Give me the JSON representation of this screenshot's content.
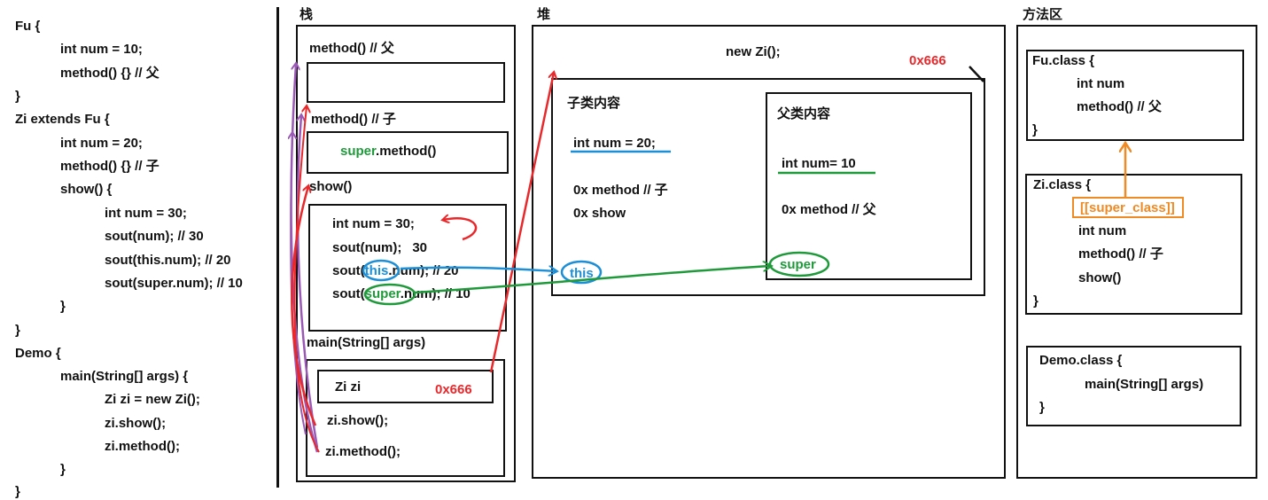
{
  "code": {
    "lines": [
      "Fu {",
      "int num = 10;",
      "method() {} // 父",
      "}",
      "Zi extends Fu {",
      "int num = 20;",
      "method() {} // 子",
      "show() {",
      "int num = 30;",
      "sout(num); // 30",
      "sout(this.num); // 20",
      "sout(super.num); // 10",
      "}",
      "}",
      "Demo {",
      "main(String[] args) {",
      "Zi zi = new Zi();",
      "zi.show();",
      "zi.method();",
      "}",
      "}"
    ]
  },
  "stack": {
    "title": "栈",
    "frame_method_fu": "method() // 父",
    "frame_method_zi": "method() // 子",
    "frame_method_zi_super": "super",
    "frame_method_zi_call": ".method()",
    "frame_show": "show()",
    "show_line1": "int num = 30;",
    "show_line2_a": "sout(num);",
    "show_line2_b": "30",
    "show_line3_a": "sout(",
    "show_line3_this": "this",
    "show_line3_b": ".num); // 20",
    "show_line4_a": "sout(",
    "show_line4_super": "super",
    "show_line4_b": ".num); // 10",
    "frame_main": "main(String[] args)",
    "main_var": "Zi zi",
    "main_addr": "0x666",
    "main_call1": "zi.show();",
    "main_call2": "zi.method();"
  },
  "heap": {
    "title": "堆",
    "new_label": "new Zi();",
    "addr": "0x666",
    "child_title": "子类内容",
    "child_num": "int num = 20;",
    "child_method": "0x method // 子",
    "child_show": "0x show",
    "this_label": "this",
    "parent_title": "父类内容",
    "parent_num": "int num= 10",
    "parent_method": "0x method // 父",
    "super_label": "super"
  },
  "method_area": {
    "title": "方法区",
    "fu_class": "Fu.class {",
    "fu_num": "int num",
    "fu_method": "method() // 父",
    "fu_close": "}",
    "zi_class": "Zi.class {",
    "zi_super": "[[super_class]]",
    "zi_num": "int num",
    "zi_method": "method() // 子",
    "zi_show": "show()",
    "zi_close": "}",
    "demo_class": "Demo.class {",
    "demo_main": "main(String[] args)",
    "demo_close": "}"
  },
  "colors": {
    "red": "#e8282b",
    "green": "#1f9a3a",
    "blue": "#1c8fd6",
    "orange": "#f08a24",
    "purple": "#9b59b6"
  }
}
